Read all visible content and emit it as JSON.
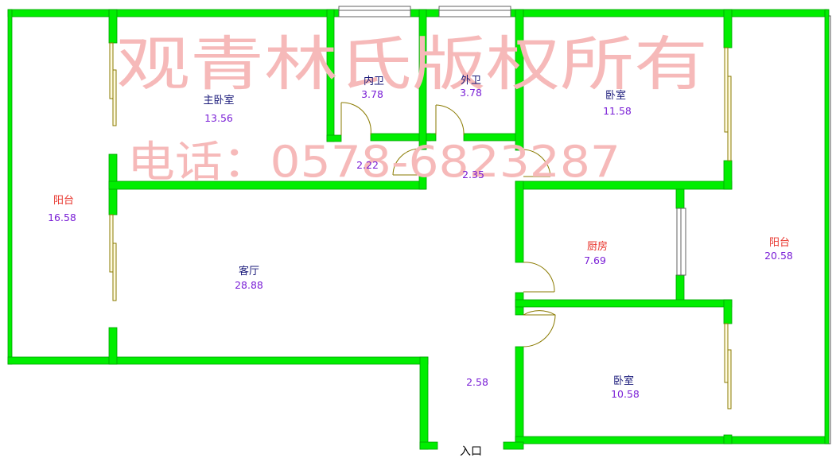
{
  "watermark": {
    "line1": "观青林氏版权所有",
    "line2": "电话：0578-6823287"
  },
  "rooms": {
    "master_bedroom": {
      "name": "主卧室",
      "area": "13.56"
    },
    "inner_bath": {
      "name": "内卫",
      "area": "3.78"
    },
    "outer_bath": {
      "name": "外卫",
      "area": "3.78"
    },
    "bedroom_ne": {
      "name": "卧室",
      "area": "11.58"
    },
    "balcony_west": {
      "name": "阳台",
      "area": "16.58"
    },
    "living_room": {
      "name": "客厅",
      "area": "28.88"
    },
    "kitchen": {
      "name": "厨房",
      "area": "7.69"
    },
    "balcony_east": {
      "name": "阳台",
      "area": "20.58"
    },
    "bedroom_se": {
      "name": "卧室",
      "area": "10.58"
    }
  },
  "corridors": {
    "hall_left": "2.22",
    "hall_right": "2.35",
    "entry_hall": "2.58"
  },
  "entrance_label": "入口",
  "colors": {
    "wall": "#00ee00",
    "wall_edge": "#00a000",
    "door_arc": "#8a7a00",
    "window_frame": "#606060",
    "room_name": "#1a1a7a",
    "balcony_name": "#e8342c",
    "area_value": "#7a1fd6",
    "watermark": "#f6b9b9"
  }
}
